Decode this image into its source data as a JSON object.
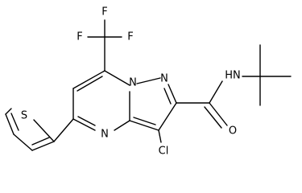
{
  "molecule": {
    "atoms": {
      "F1": "F",
      "F2": "F",
      "F3": "F",
      "N_bridge": "N",
      "N_pyrazole": "N",
      "N_pyrimidine": "N",
      "S": "S",
      "Cl": "Cl",
      "O": "O",
      "NH": "HN"
    }
  },
  "colors": {
    "stroke": "#000000",
    "background": "#ffffff"
  }
}
